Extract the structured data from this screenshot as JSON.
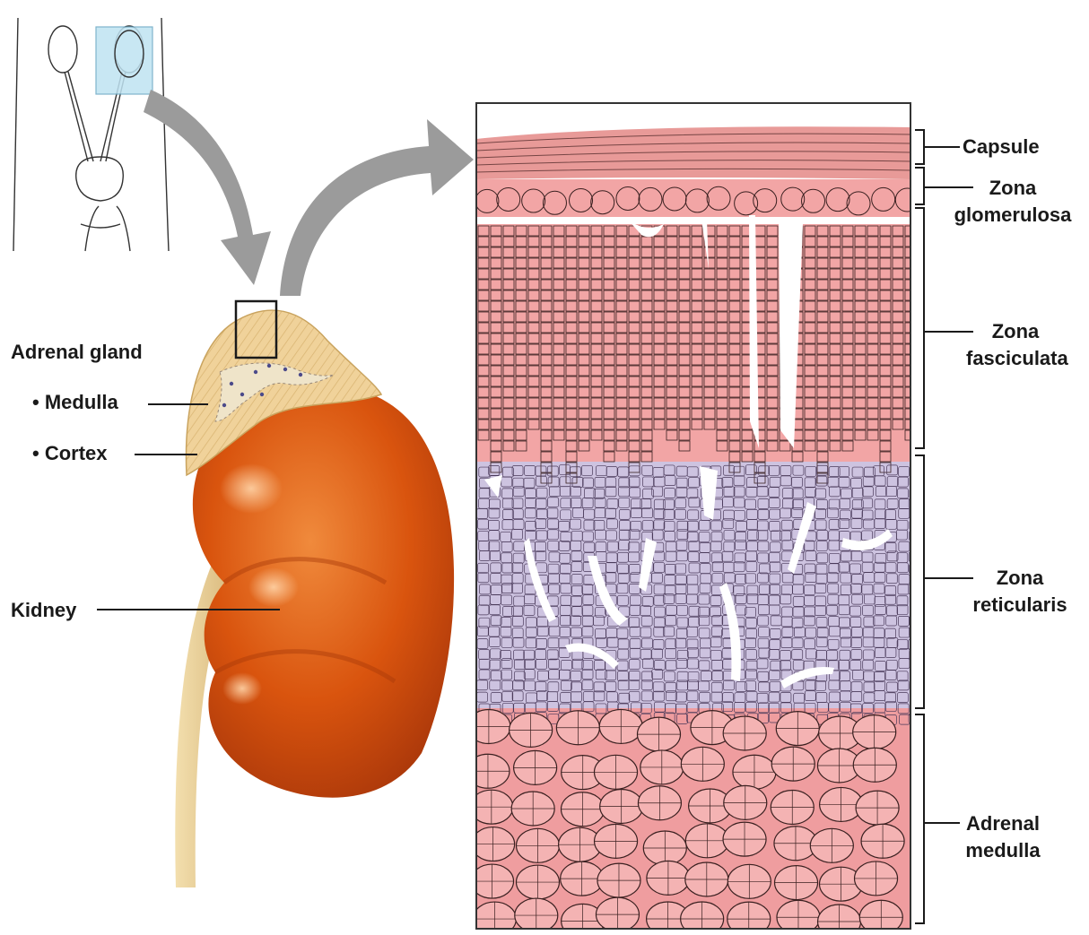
{
  "left_labels": {
    "adrenal_gland": "Adrenal gland",
    "medulla": "• Medulla",
    "cortex": "• Cortex",
    "kidney": "Kidney"
  },
  "right_labels": {
    "capsule": "Capsule",
    "zona_glomerulosa": [
      "Zona",
      "glomerulosa"
    ],
    "zona_fasciculata": [
      "Zona",
      "fasciculata"
    ],
    "zona_reticularis": [
      "Zona",
      "reticularis"
    ],
    "adrenal_medulla": [
      "Adrenal",
      "medulla"
    ]
  },
  "colors": {
    "capsule": "#e89a98",
    "cortex_pink": "#f2a5a5",
    "reticularis": "#cdc3e0",
    "medulla_cells": "#ef9d9f",
    "kidney": "#d9540e",
    "adrenal_tissue": "#f0d29a",
    "arrow": "#9b9b9b",
    "highlight_box": "#bfe3f2"
  }
}
